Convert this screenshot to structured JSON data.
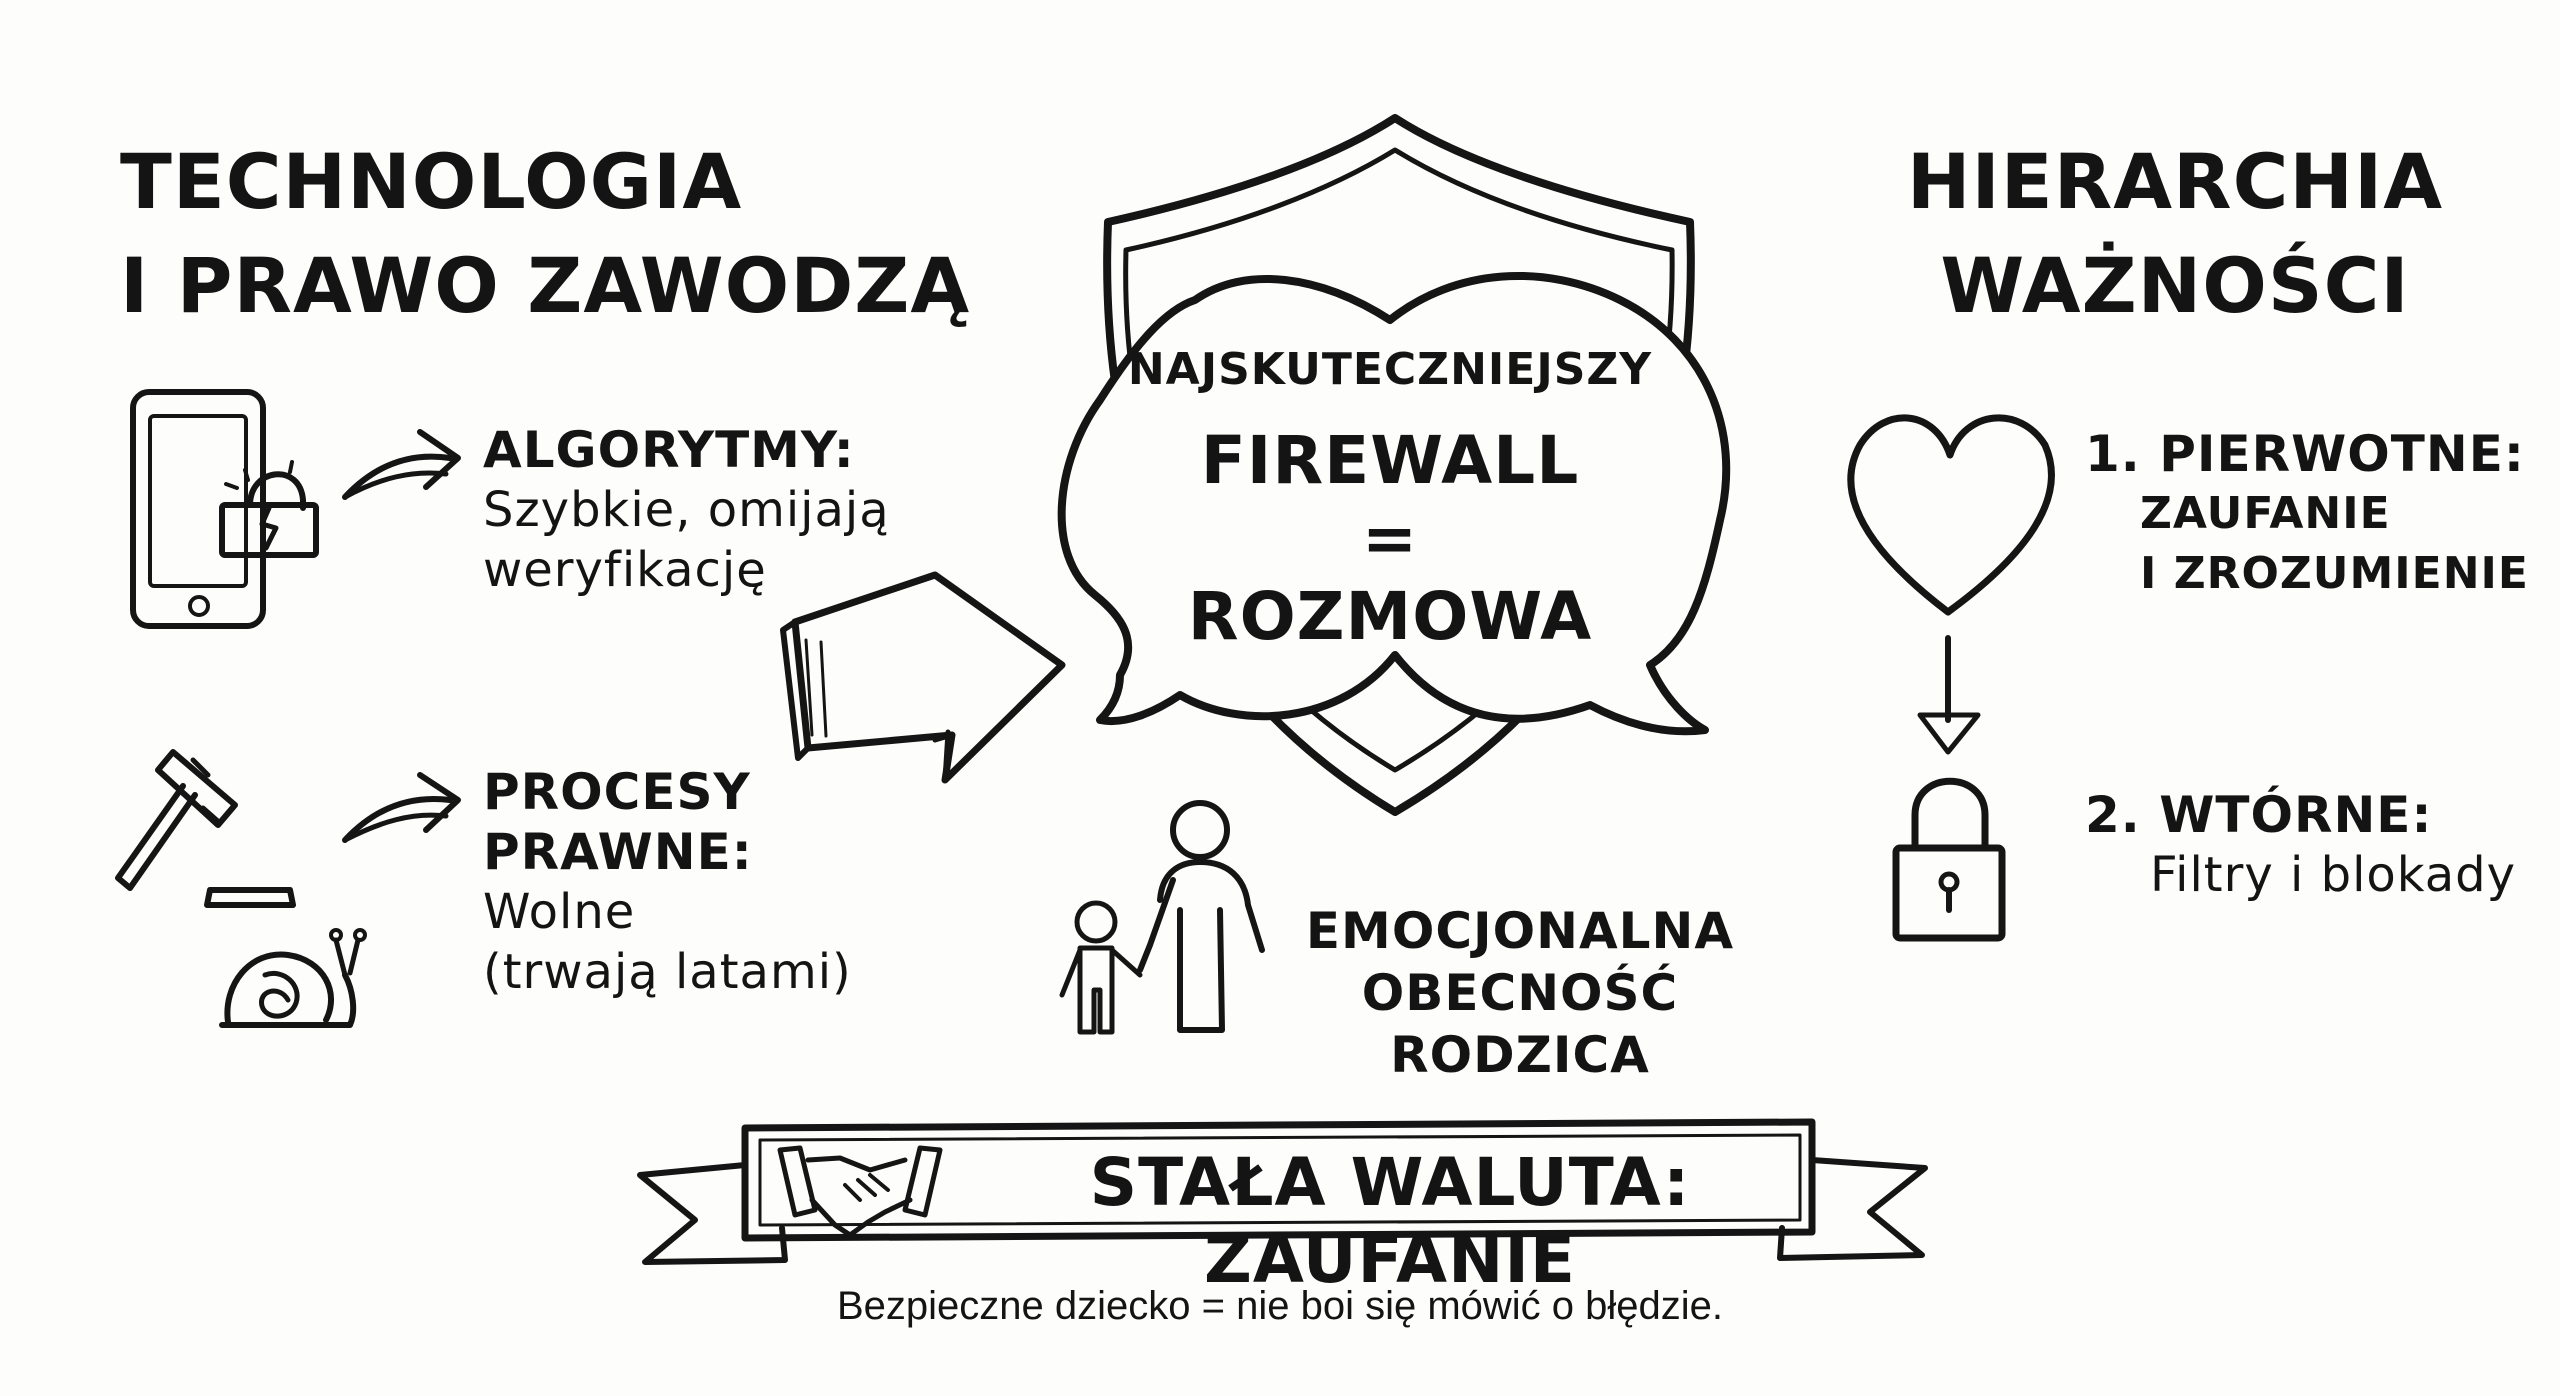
{
  "left_panel": {
    "title_line1": "TECHNOLOGIA",
    "title_line2": "I PRAWO ZAWODZĄ",
    "algorithms": {
      "heading": "ALGORYTMY:",
      "line1": "Szybkie, omijają",
      "line2": "weryfikację"
    },
    "legal": {
      "heading_line1": "PROCESY",
      "heading_line2": "PRAWNE:",
      "line1": "Wolne",
      "line2": "(trwają latami)"
    }
  },
  "center": {
    "bubble_top": "NAJSKUTECZNIEJSZY",
    "bubble_line1": "FIREWALL",
    "bubble_equals": "=",
    "bubble_line2": "ROZMOWA",
    "presence_line1": "EMOCJONALNA",
    "presence_line2": "OBECNOŚĆ RODZICA"
  },
  "right_panel": {
    "title_line1": "HIERARCHIA",
    "title_line2": "WAŻNOŚCI",
    "primary": {
      "heading": "1. PIERWOTNE:",
      "line1": "ZAUFANIE",
      "line2": "I ZROZUMIENIE"
    },
    "secondary": {
      "heading": "2. WTÓRNE:",
      "line1": "Filtry i blokady"
    }
  },
  "banner": {
    "text": "STAŁA WALUTA: ZAUFANIE"
  },
  "footer": {
    "text": "Bezpieczne dziecko = nie boi się mówić o błędzie."
  },
  "icons": [
    "phone-broken-lock-icon",
    "gavel-icon",
    "snail-icon",
    "arrow-right-icon",
    "shield-icon",
    "speech-bubble-icon",
    "parent-child-icon",
    "heart-icon",
    "padlock-icon",
    "arrow-down-icon",
    "handshake-icon",
    "ribbon-banner-icon"
  ],
  "colors": {
    "ink": "#151515",
    "paper": "#fdfdfb"
  }
}
